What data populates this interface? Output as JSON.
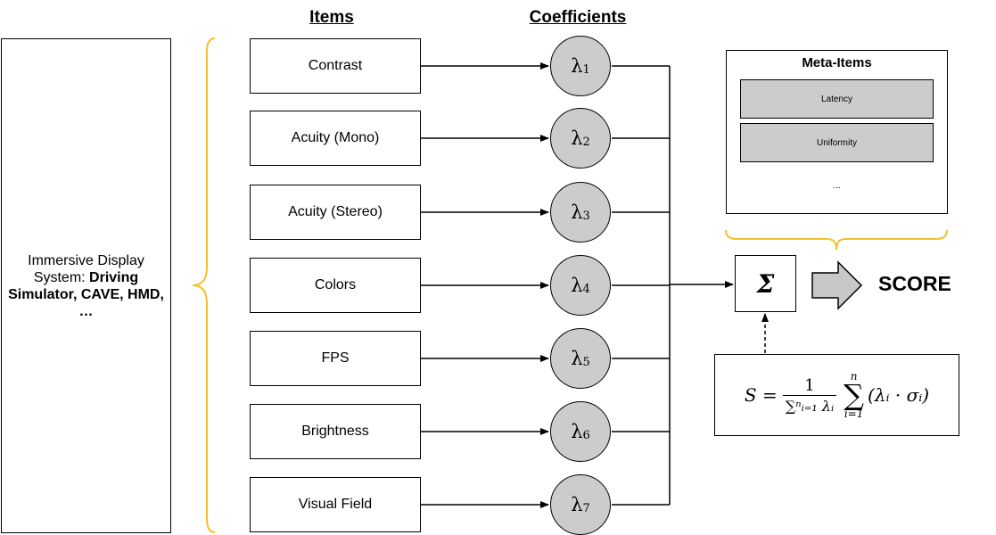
{
  "headers": {
    "items": "Items",
    "coefficients": "Coefficients"
  },
  "system": {
    "prefix": "Immersive Display System: ",
    "bold": "Driving Simulator, CAVE, HMD, …"
  },
  "items": [
    "Contrast",
    "Acuity (Mono)",
    "Acuity (Stereo)",
    "Colors",
    "FPS",
    "Brightness",
    "Visual Field"
  ],
  "coefficients": [
    {
      "symbol": "λ",
      "sub": "1"
    },
    {
      "symbol": "λ",
      "sub": "2"
    },
    {
      "symbol": "λ",
      "sub": "3"
    },
    {
      "symbol": "λ",
      "sub": "4"
    },
    {
      "symbol": "λ",
      "sub": "5"
    },
    {
      "symbol": "λ",
      "sub": "6"
    },
    {
      "symbol": "λ",
      "sub": "7"
    }
  ],
  "meta": {
    "title": "Meta-Items",
    "items": [
      "Latency",
      "Uniformity"
    ],
    "more": "..."
  },
  "sum_symbol": "Σ",
  "score_label": "SCORE",
  "formula": {
    "lhs": "S =",
    "numerator": "1",
    "denominator": "∑ⁿᵢ₌₁ λᵢ",
    "sum_top": "n",
    "sum_symbol": "∑",
    "sum_bottom": "i=1",
    "body": "(λᵢ · σᵢ)"
  },
  "colors": {
    "brace": "#f2c12e",
    "fill_gray": "#cccccc",
    "arrow_gray": "#c8c8c8"
  }
}
